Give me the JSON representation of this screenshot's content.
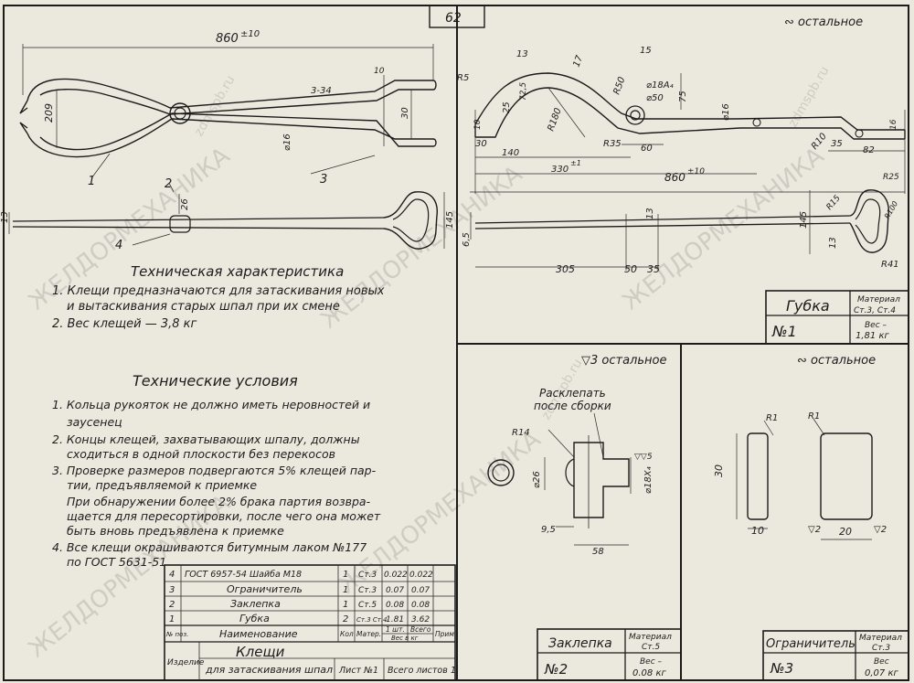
{
  "sheet_number": "62",
  "watermark_text": "ЖЕЛДОРМЕХАНИКА",
  "watermark_url": "zdmspb.ru",
  "surface_finish_general": "∾ остальное",
  "surface_finish_rivet": "▽3 остальное",
  "surface_finish_limiter": "∾ остальное",
  "assembly_view": {
    "overall_length": "860",
    "overall_length_tol": "±10",
    "dims": [
      "209",
      "10",
      "30",
      "⌀16",
      "26",
      "13",
      "145"
    ],
    "weld_note": "3-34",
    "callouts": [
      "1",
      "2",
      "3",
      "4"
    ]
  },
  "jaw_view": {
    "dims": [
      "R5",
      "13",
      "15",
      "17",
      "25",
      "72,5",
      "R50",
      "⌀18A₄",
      "⌀50",
      "75",
      "10",
      "30",
      "R180",
      "R35",
      "60",
      "140",
      "330",
      "±1",
      "⌀16",
      "R10",
      "35",
      "82",
      "16",
      "860",
      "±10",
      "R25"
    ],
    "lower_dims": [
      "6,5",
      "13",
      "R15",
      "145",
      "R100",
      "13",
      "305",
      "50",
      "35",
      "R41"
    ]
  },
  "tech_char": {
    "title": "Техническая характеристика",
    "items": [
      "1. Клещи предназначаются для затаскивания новых",
      "и вытаскивания старых шпал при их смене",
      "2. Вес клещей — 3,8 кг"
    ]
  },
  "tech_cond": {
    "title": "Технические условия",
    "items": [
      "1. Кольца рукояток не должно иметь неровностей и",
      "заусенец",
      "2. Концы клещей, захватывающих шпалу, должны",
      "сходиться в одной плоскости без перекосов",
      "3. Проверке размеров подвергаются 5% клещей пар-",
      "тии, предъявляемой к приемке",
      "При обнаружении более 2% брака партия возвра-",
      "щается для пересортировки, после чего она может",
      "быть вновь предъявлена к приемке",
      "4. Все клещи окрашиваются битумным лаком №177",
      "по ГОСТ 5631-51"
    ]
  },
  "rivet_view": {
    "note_line1": "Расклепать",
    "note_line2": "после сборки",
    "dims": [
      "R14",
      "⌀26",
      "⌀18X₄",
      "▽▽5",
      "9,5",
      "58"
    ]
  },
  "limiter_view": {
    "dims": [
      "R1",
      "R1",
      "30",
      "10",
      "20",
      "▽2",
      "▽2"
    ]
  },
  "parts_list": {
    "columns": [
      "№ поз.",
      "Наименование",
      "Кол",
      "Матер.",
      "1 шт.",
      "Всего",
      "Прим."
    ],
    "weight_header": "Вес в кг",
    "rows": [
      {
        "pos": "4",
        "name": "ГОСТ 6957-54 Шайба М18",
        "qty": "1",
        "mat": "Ст.3",
        "w1": "0.022",
        "wt": "0.022"
      },
      {
        "pos": "3",
        "name": "Ограничитель",
        "qty": "1",
        "mat": "Ст.3",
        "w1": "0.07",
        "wt": "0.07"
      },
      {
        "pos": "2",
        "name": "Заклепка",
        "qty": "1",
        "mat": "Ст.5",
        "w1": "0.08",
        "wt": "0.08"
      },
      {
        "pos": "1",
        "name": "Губка",
        "qty": "2",
        "mat": "Ст.3 Ст.4",
        "w1": "1.81",
        "wt": "3.62"
      }
    ],
    "title_label": "Изделие",
    "product_name": "Клещи",
    "product_sub": "для затаскивания шпал",
    "sheet": "Лист №1",
    "sheets_total": "Всего листов 1"
  },
  "stamp_jaw": {
    "name": "Губка",
    "material_label": "Материал",
    "material": "Ст.3, Ст.4",
    "num": "№1",
    "weight_label": "Вес –",
    "weight": "1,81 кг"
  },
  "stamp_rivet": {
    "name": "Заклепка",
    "material_label": "Материал",
    "material": "Ст.5",
    "num": "№2",
    "weight_label": "Вес –",
    "weight": "0.08 кг"
  },
  "stamp_limiter": {
    "name": "Ограничитель",
    "material_label": "Материал",
    "material": "Ст.3",
    "num": "№3",
    "weight_label": "Вес",
    "weight": "0,07 кг"
  }
}
